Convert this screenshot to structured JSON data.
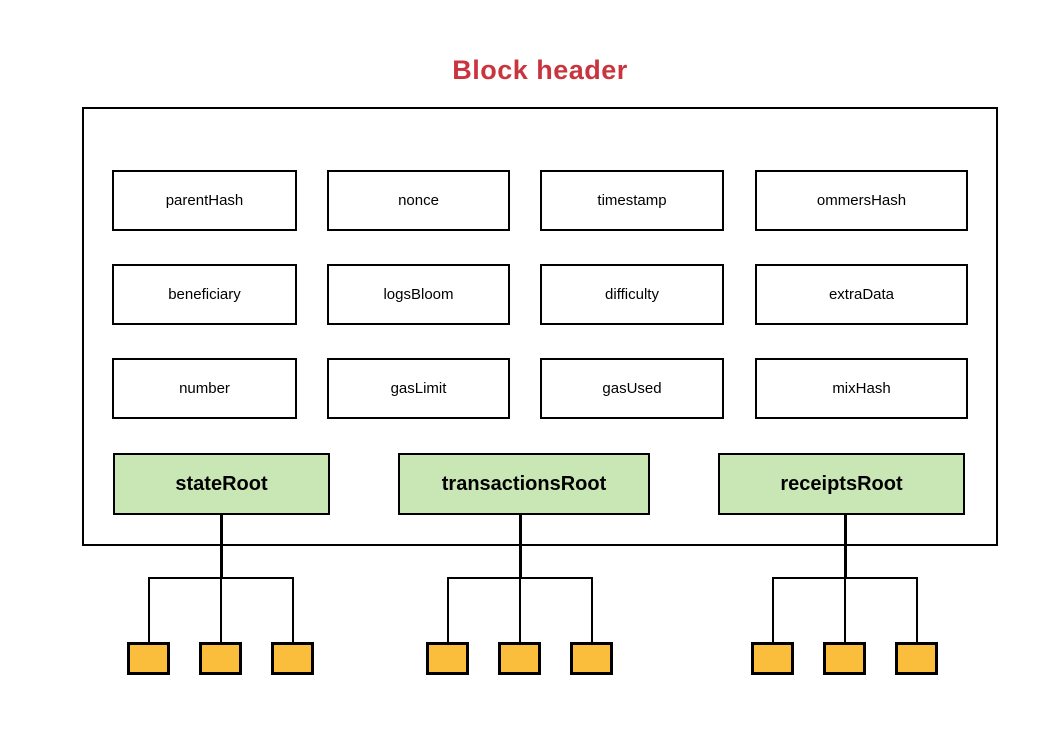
{
  "title": "Block header",
  "block_header": {
    "fields": [
      "parentHash",
      "nonce",
      "timestamp",
      "ommersHash",
      "beneficiary",
      "logsBloom",
      "difficulty",
      "extraData",
      "number",
      "gasLimit",
      "gasUsed",
      "mixHash"
    ],
    "roots": [
      "stateRoot",
      "transactionsRoot",
      "receiptsRoot"
    ]
  },
  "colors": {
    "title_text": "#C9353F",
    "root_fill": "#C9E7B4",
    "leaf_fill": "#FBBD3C",
    "line": "#000000",
    "background": "#FFFFFF"
  }
}
